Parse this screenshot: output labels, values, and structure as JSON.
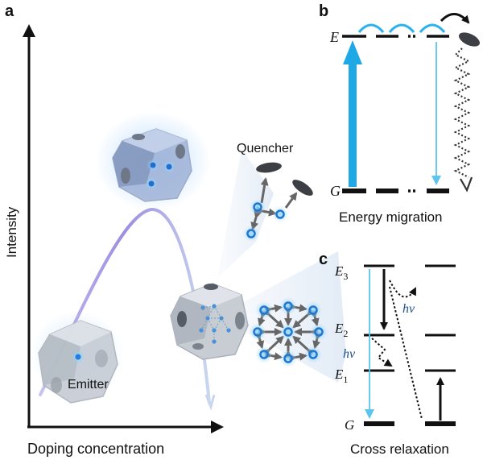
{
  "panels": {
    "a": "a",
    "b": "b",
    "c": "c"
  },
  "panel_a": {
    "y_axis_label": "Intensity",
    "x_axis_label": "Doping concentration",
    "emitter_label": "Emitter",
    "quencher_label": "Quencher"
  },
  "panel_b": {
    "level_E": "E",
    "level_G": "G",
    "caption": "Energy migration"
  },
  "panel_c": {
    "levels": [
      {
        "symbol": "E",
        "sub": "3"
      },
      {
        "symbol": "E",
        "sub": "2"
      },
      {
        "symbol": "E",
        "sub": "1"
      },
      {
        "symbol": "G",
        "sub": ""
      }
    ],
    "photon_label": "hν",
    "caption": "Cross relaxation"
  },
  "colors": {
    "cyan": "#1fa8e6",
    "light_cyan": "#5cc4ee",
    "curve": "#9b8fe0",
    "crystal": "#9aa0a8",
    "ion": "#2a7fd0",
    "cone": "#dfe9f5"
  }
}
